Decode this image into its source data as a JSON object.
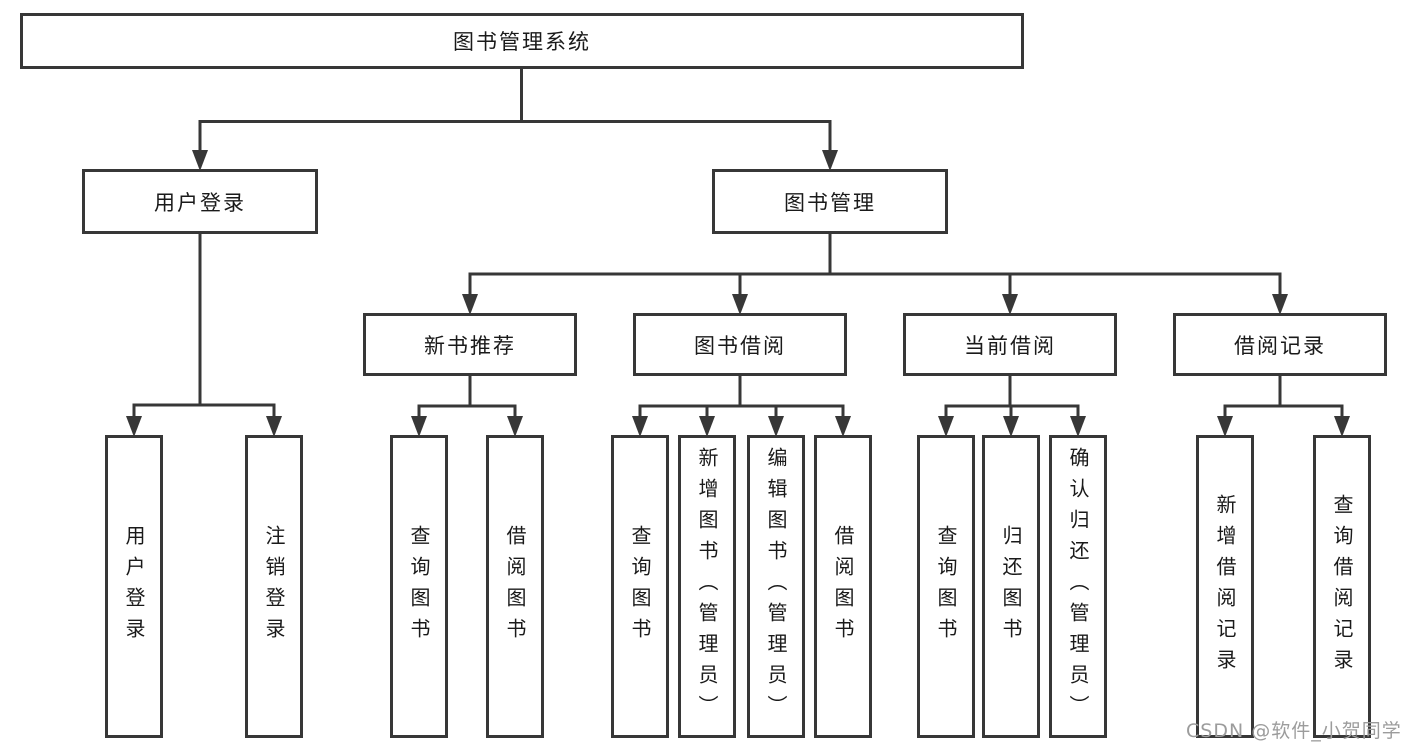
{
  "diagram": {
    "root": {
      "label": "图书管理系统"
    },
    "branches": [
      {
        "label": "用户登录",
        "children": [
          {
            "label": "用户登录"
          },
          {
            "label": "注销登录"
          }
        ]
      },
      {
        "label": "图书管理",
        "subgroups": [
          {
            "label": "新书推荐",
            "children": [
              {
                "label": "查询图书"
              },
              {
                "label": "借阅图书"
              }
            ]
          },
          {
            "label": "图书借阅",
            "children": [
              {
                "label": "查询图书"
              },
              {
                "label": "新增图书（管理员）"
              },
              {
                "label": "编辑图书（管理员）"
              },
              {
                "label": "借阅图书"
              }
            ]
          },
          {
            "label": "当前借阅",
            "children": [
              {
                "label": "查询图书"
              },
              {
                "label": "归还图书"
              },
              {
                "label": "确认归还（管理员）"
              }
            ]
          },
          {
            "label": "借阅记录",
            "children": [
              {
                "label": "新增借阅记录"
              },
              {
                "label": "查询借阅记录"
              }
            ]
          }
        ]
      }
    ]
  },
  "watermark": "CSDN @软件_小贺同学",
  "colors": {
    "line": "#373737",
    "text": "#1a1a1a",
    "watermark": "#9c9c9c",
    "background": "#ffffff"
  }
}
